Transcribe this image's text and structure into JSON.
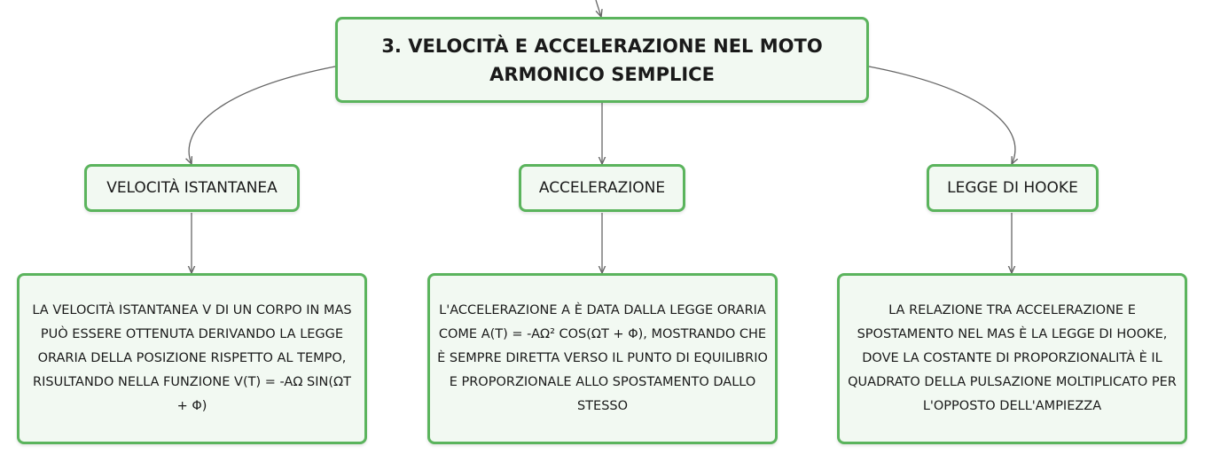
{
  "root": {
    "title": "3. VELOCITÀ E ACCELERAZIONE NEL MOTO ARMONICO SEMPLICE"
  },
  "branches": [
    {
      "label": "VELOCITÀ ISTANTANEA",
      "detail": "LA VELOCITÀ ISTANTANEA V DI UN CORPO IN MAS PUÒ ESSERE OTTENUTA DERIVANDO LA LEGGE ORARIA DELLA POSIZIONE RISPETTO AL TEMPO, RISULTANDO NELLA FUNZIONE V(T) = -AΩ SIN(ΩT + Φ)"
    },
    {
      "label": "ACCELERAZIONE",
      "detail": "L'ACCELERAZIONE A È DATA DALLA LEGGE ORARIA COME A(T) = -AΩ² COS(ΩT + Φ), MOSTRANDO CHE È SEMPRE DIRETTA VERSO IL PUNTO DI EQUILIBRIO E PROPORZIONALE ALLO SPOSTAMENTO DALLO STESSO"
    },
    {
      "label": "LEGGE DI HOOKE",
      "detail": "LA RELAZIONE TRA ACCELERAZIONE E SPOSTAMENTO NEL MAS È LA LEGGE DI HOOKE, DOVE LA COSTANTE DI PROPORZIONALITÀ È IL QUADRATO DELLA PULSAZIONE MOLTIPLICATO PER L'OPPOSTO DELL'AMPIEZZA"
    }
  ],
  "colors": {
    "node_border": "#5bb45d",
    "node_fill": "#f2f9f2",
    "connector": "#666666"
  }
}
